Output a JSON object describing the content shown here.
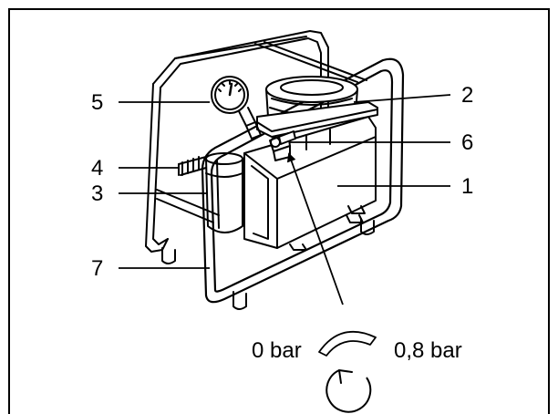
{
  "callouts": {
    "c1": "1",
    "c2": "2",
    "c3": "3",
    "c4": "4",
    "c5": "5",
    "c6": "6",
    "c7": "7"
  },
  "pressure": {
    "min_label": "0 bar",
    "max_label": "0,8 bar"
  },
  "colors": {
    "line": "#000000",
    "background": "#ffffff"
  },
  "icons": [
    "pressure-gauge-icon",
    "rotation-arrow-icon"
  ]
}
